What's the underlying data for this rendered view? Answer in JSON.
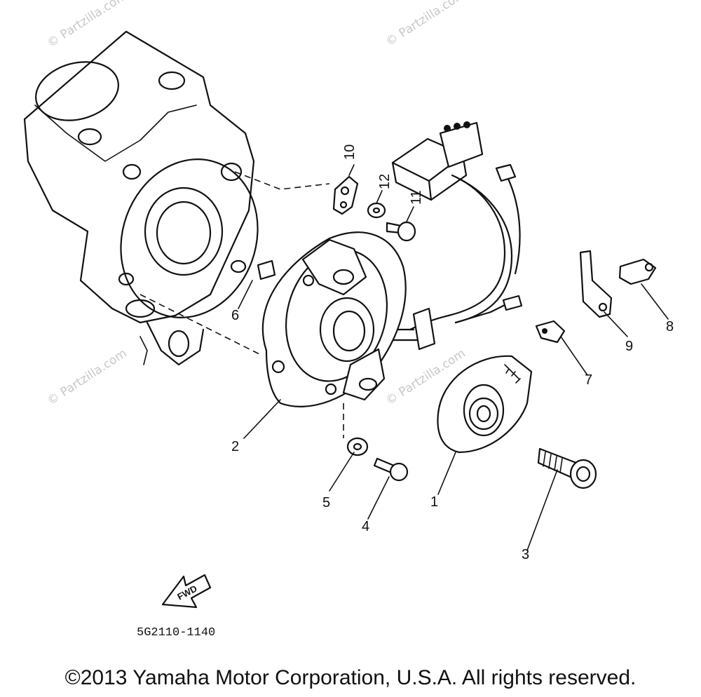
{
  "watermark": "© Partzilla.com",
  "callouts": {
    "c1": "1",
    "c2": "2",
    "c3": "3",
    "c4": "4",
    "c5": "5",
    "c6": "6",
    "c7": "7",
    "c8": "8",
    "c9": "9",
    "c10": "10",
    "c11": "11",
    "c12": "12"
  },
  "fwd_label": "FWD",
  "diagram_code": "5G2110-1140",
  "copyright": "©2013 Yamaha Motor Corporation, U.S.A. All rights reserved."
}
